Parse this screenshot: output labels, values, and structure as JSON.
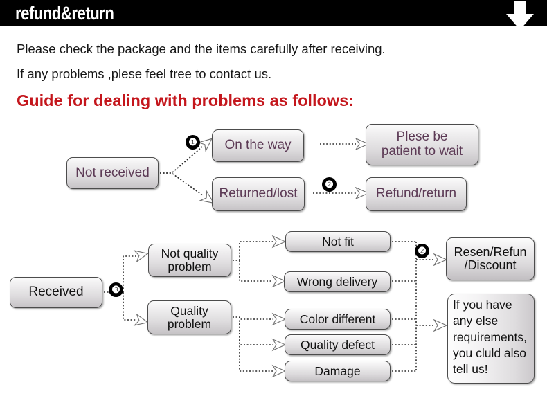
{
  "header": {
    "title": "refund&return",
    "arrow_icon": "down-arrow-icon"
  },
  "intro": {
    "line1": "Please check the package and the items carefully after receiving.",
    "line2": "If any problems ,plese feel tree to contact us.",
    "guide_heading": "Guide for dealing with problems as follows:"
  },
  "colors": {
    "header_bg": "#000000",
    "guide_red": "#c4161c",
    "node_text_purple": "#5c3a55",
    "node_text_dark": "#111111",
    "badge_bg": "#000000"
  },
  "flow_upper": {
    "start": "Not received",
    "branch1": "On the way",
    "branch2": "Returned/lost",
    "result1_line1": "Plese be",
    "result1_line2": "patient to wait",
    "result2": "Refund/return",
    "badge1": "❶",
    "badge2": "❷"
  },
  "flow_lower": {
    "start": "Received",
    "badge3": "❸",
    "badge2": "❷",
    "branch1_line1": "Not quality",
    "branch1_line2": "problem",
    "branch2_line1": "Quality",
    "branch2_line2": "problem",
    "issues_not_quality": [
      "Not fit",
      "Wrong delivery"
    ],
    "issues_quality": [
      "Color different",
      "Quality defect",
      "Damage"
    ],
    "result_line1": "Resen/Refun",
    "result_line2": "/Discount",
    "note_lines": [
      "If you have",
      "any else",
      "requirements,",
      "you cluld also",
      "tell us!"
    ]
  }
}
